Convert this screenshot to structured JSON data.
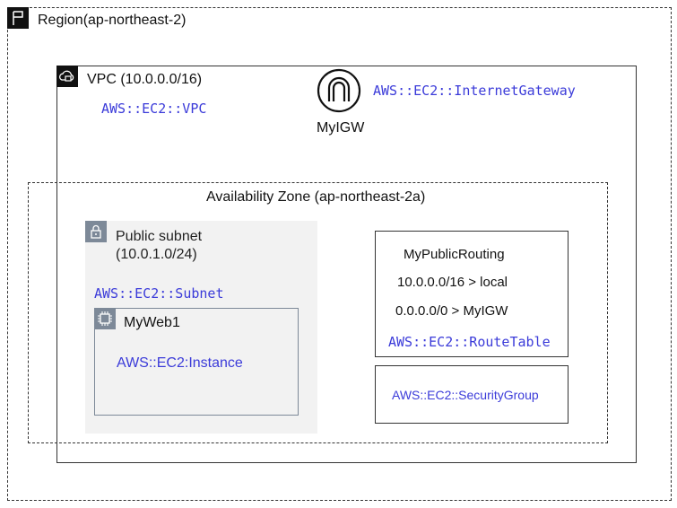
{
  "region": {
    "label": "Region(ap-northeast-2)",
    "icon": "flag-icon"
  },
  "vpc": {
    "label": "VPC (10.0.0.0/16)",
    "type_label": "AWS::EC2::VPC",
    "icon": "vpc-cloud-icon"
  },
  "igw": {
    "label": "MyIGW",
    "type_label": "AWS::EC2::InternetGateway",
    "icon": "internet-gateway-icon"
  },
  "az": {
    "label": "Availability Zone (ap-northeast-2a)"
  },
  "subnet": {
    "label_line1": "Public subnet",
    "label_line2": "(10.0.1.0/24)",
    "type_label": "AWS::EC2::Subnet",
    "icon": "lock-icon"
  },
  "instance": {
    "label": "MyWeb1",
    "type_label": "AWS::EC2:Instance",
    "icon": "chip-icon"
  },
  "route_table": {
    "title": "MyPublicRouting",
    "routes": [
      "10.0.0.0/16 > local",
      "0.0.0.0/0 > MyIGW"
    ],
    "type_label": "AWS::EC2::RouteTable"
  },
  "security_group": {
    "type_label": "AWS::EC2::SecurityGroup"
  },
  "colors": {
    "type_label": "#3b3bd9",
    "subnet_fill": "#f2f2f2",
    "icon_grey": "#7d8998"
  }
}
